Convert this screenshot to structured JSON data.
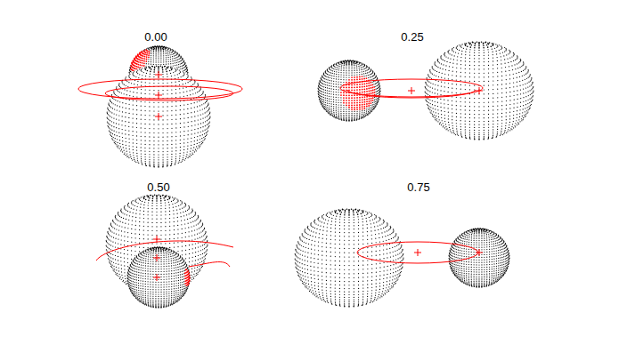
{
  "diagram": {
    "labels": [
      "0.00",
      "0.25",
      "0.50",
      "0.75"
    ]
  }
}
